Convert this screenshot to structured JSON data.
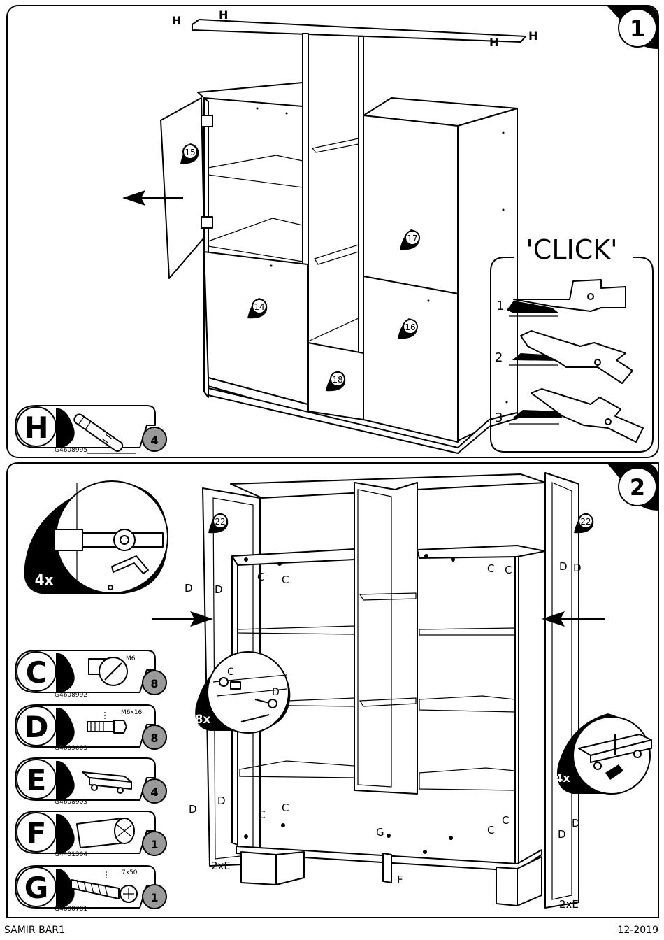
{
  "footer": {
    "product": "SAMIR BAR1",
    "date": "12-2019"
  },
  "step1": {
    "number": "1",
    "hardware_letters": [
      "H",
      "H",
      "H",
      "H"
    ],
    "parts": [
      "15",
      "14",
      "17",
      "16",
      "18"
    ],
    "click": {
      "title": "'CLICK'",
      "steps": [
        "1",
        "2",
        "3"
      ]
    },
    "fitting": {
      "letter": "H",
      "code": "G4608995",
      "qty": "4"
    }
  },
  "step2": {
    "number": "2",
    "parts": [
      "22",
      "22"
    ],
    "detail_cam": {
      "qty": "4x"
    },
    "detail_screw": {
      "qty": "8x",
      "labels": [
        "C",
        "D"
      ]
    },
    "detail_foot": {
      "qty": "4x"
    },
    "hardware_labels": {
      "c": "C",
      "d": "D",
      "g": "G",
      "f": "F",
      "two_e": "2xE"
    },
    "fittings": [
      {
        "letter": "C",
        "code": "G4608992",
        "qty": "8",
        "spec": "M6"
      },
      {
        "letter": "D",
        "code": "G4609003",
        "qty": "8",
        "spec": "M6x16"
      },
      {
        "letter": "E",
        "code": "G4608903",
        "qty": "4",
        "spec": ""
      },
      {
        "letter": "F",
        "code": "G4401304",
        "qty": "1",
        "spec": ""
      },
      {
        "letter": "G",
        "code": "G4600781",
        "qty": "1",
        "spec": "7x50"
      }
    ]
  }
}
